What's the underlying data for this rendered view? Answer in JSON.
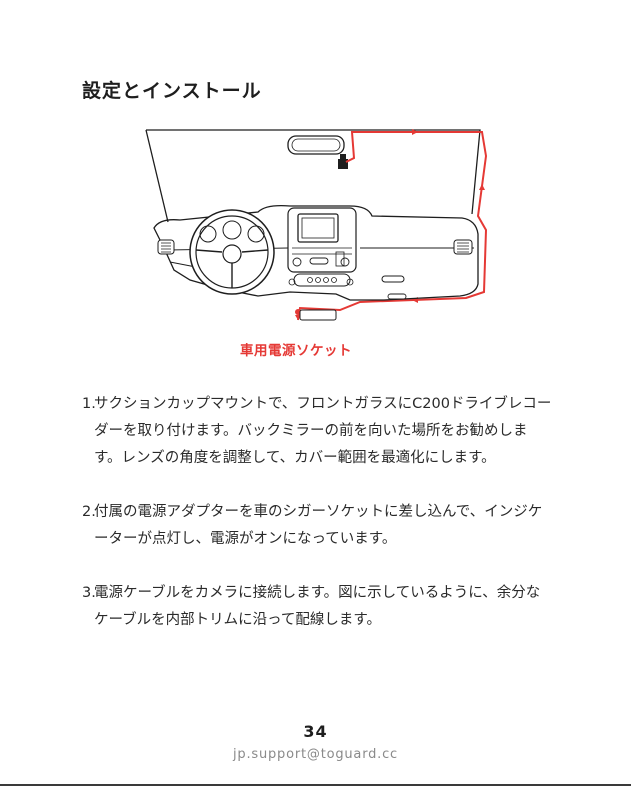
{
  "title": "設定とインストール",
  "illustration": {
    "label": "車用電源ソケット",
    "accent_color": "#e53935",
    "line_color": "#1e1e1e"
  },
  "steps": [
    {
      "num": "1.",
      "text": "サクションカップマウントで、フロントガラスにC200ドライブレコーダーを取り付けます。バックミラーの前を向いた場所をお勧めします。レンズの角度を調整して、カバー範囲を最適化にします。"
    },
    {
      "num": "2.",
      "text": "付属の電源アダプターを車のシガーソケットに差し込んで、インジケーターが点灯し、電源がオンになっています。"
    },
    {
      "num": "3.",
      "text": "電源ケーブルをカメラに接続します。図に示しているように、余分なケーブルを内部トリムに沿って配線します。"
    }
  ],
  "footer": {
    "page_number": "34",
    "email": "jp.support@toguard.cc"
  }
}
